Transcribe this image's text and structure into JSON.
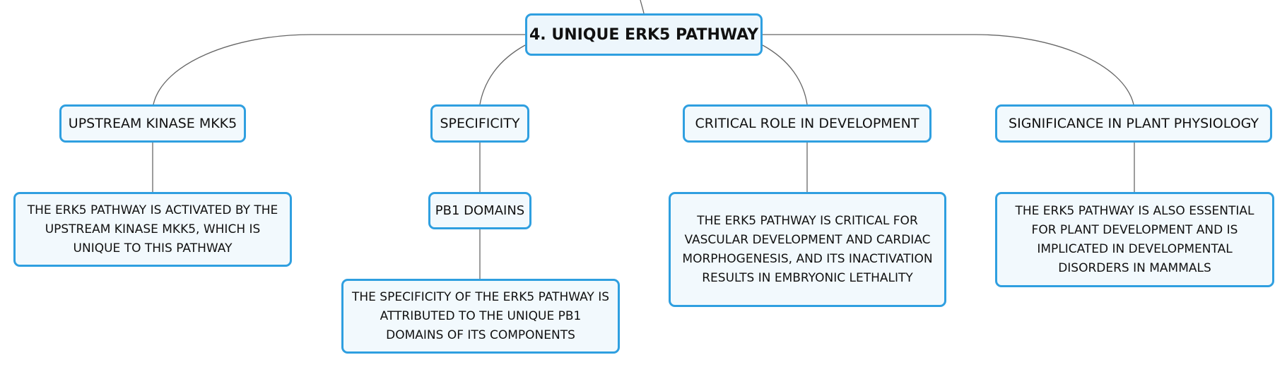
{
  "root": {
    "label": "4. UNIQUE ERK5 PATHWAY"
  },
  "branches": [
    {
      "label": "UPSTREAM KINASE MKK5",
      "detail": "THE ERK5 PATHWAY IS ACTIVATED BY THE UPSTREAM KINASE MKK5, WHICH IS UNIQUE TO THIS PATHWAY"
    },
    {
      "label": "SPECIFICITY",
      "sub_label": "PB1 DOMAINS",
      "detail": "THE SPECIFICITY OF THE ERK5 PATHWAY IS ATTRIBUTED TO THE UNIQUE PB1 DOMAINS OF ITS COMPONENTS"
    },
    {
      "label": "CRITICAL ROLE IN DEVELOPMENT",
      "detail": "THE ERK5 PATHWAY IS CRITICAL FOR VASCULAR DEVELOPMENT AND CARDIAC MORPHOGENESIS, AND ITS INACTIVATION RESULTS IN EMBRYONIC LETHALITY"
    },
    {
      "label": "SIGNIFICANCE IN PLANT PHYSIOLOGY",
      "detail": "THE ERK5 PATHWAY IS ALSO ESSENTIAL FOR PLANT DEVELOPMENT AND IS IMPLICATED IN DEVELOPMENTAL DISORDERS IN MAMMALS"
    }
  ],
  "colors": {
    "node_border": "#2f9fe0",
    "node_fill": "#f2f9fd",
    "connector": "#666666",
    "text": "#111111"
  }
}
